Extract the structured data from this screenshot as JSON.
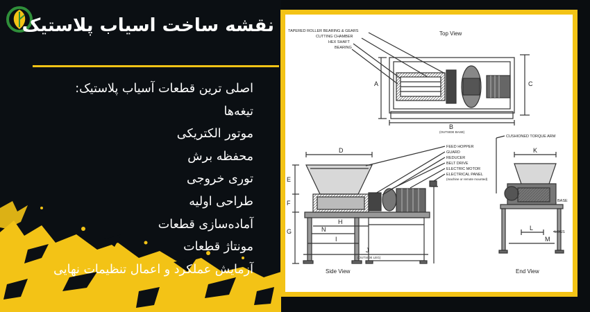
{
  "header": {
    "title": "نقشه ساخت اسیاب پلاستیک"
  },
  "content": {
    "intro": "اصلی ترین قطعات آسیاب پلاستیک:",
    "items": [
      "تیغه‌ها",
      "موتور الکتریکی",
      "محفظه برش",
      "توری خروجی",
      "طراحی اولیه",
      "آماده‌سازی قطعات",
      "مونتاژ قطعات",
      "آزمایش عملکرد و اعمال تنظیمات نهایی"
    ]
  },
  "diagram": {
    "top_view": {
      "title": "Top View",
      "callouts": [
        "TAPERED ROLLER BEARING & GEARS",
        "CUTTING CHAMBER",
        "HEX SHAFT",
        "BEARING"
      ],
      "dim_a": "A",
      "dim_b": "B",
      "dim_b_note": "(OUTSIDE BASE)",
      "dim_c": "C"
    },
    "side_view": {
      "title": "Side View",
      "callouts": [
        "FEED HOPPER",
        "GUARD",
        "REDUCER",
        "BELT DRIVE",
        "ELECTRIC MOTOR",
        "ELECTRICAL PANEL",
        "(machine or remote mounted)"
      ],
      "dims": [
        "D",
        "E",
        "F",
        "G",
        "H",
        "N",
        "I",
        "J"
      ],
      "dim_j_note": "(OUTSIDE LEG)"
    },
    "end_view": {
      "title": "End View",
      "callouts": [
        "CUSHIONED TORQUE ARM",
        "BASE",
        "LEGS"
      ],
      "dims": [
        "K",
        "L",
        "M"
      ]
    }
  },
  "colors": {
    "accent": "#f3c316",
    "dark_bg": "#0b0f13",
    "logo_green": "#2f8f3a"
  }
}
